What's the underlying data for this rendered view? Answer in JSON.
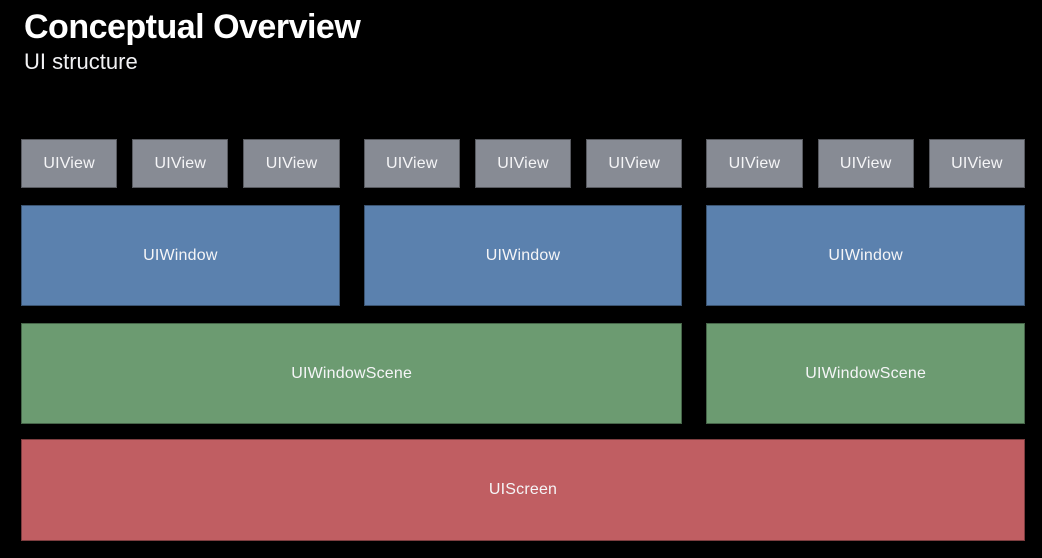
{
  "header": {
    "title": "Conceptual Overview",
    "subtitle": "UI structure"
  },
  "colors": {
    "background": "#000000",
    "view_fill": "#878b94",
    "window_fill": "#5b81ae",
    "scene_fill": "#6c9b71",
    "screen_fill": "#c05e62",
    "label_text": "#f5f5f7"
  },
  "diagram": {
    "view_groups": [
      {
        "views": [
          "UIView",
          "UIView",
          "UIView"
        ]
      },
      {
        "views": [
          "UIView",
          "UIView",
          "UIView"
        ]
      },
      {
        "views": [
          "UIView",
          "UIView",
          "UIView"
        ]
      }
    ],
    "windows": [
      "UIWindow",
      "UIWindow",
      "UIWindow"
    ],
    "scenes": [
      {
        "label": "UIWindowScene",
        "span_groups": 2
      },
      {
        "label": "UIWindowScene",
        "span_groups": 1
      }
    ],
    "screen": {
      "label": "UIScreen"
    }
  }
}
